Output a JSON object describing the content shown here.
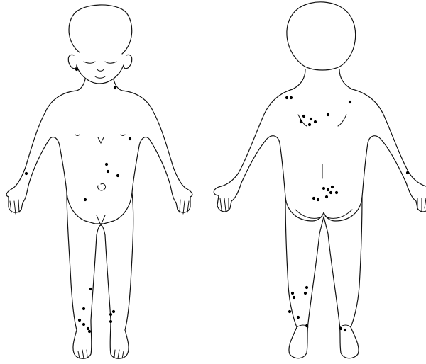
{
  "figure": {
    "colors": {
      "background": "#ffffff",
      "line": "#111111",
      "lesion": "#000000"
    },
    "views": [
      {
        "key": "front",
        "name": "anterior-view"
      },
      {
        "key": "back",
        "name": "posterior-view"
      }
    ],
    "lesion_count": {
      "front": 17,
      "back": 27
    }
  }
}
